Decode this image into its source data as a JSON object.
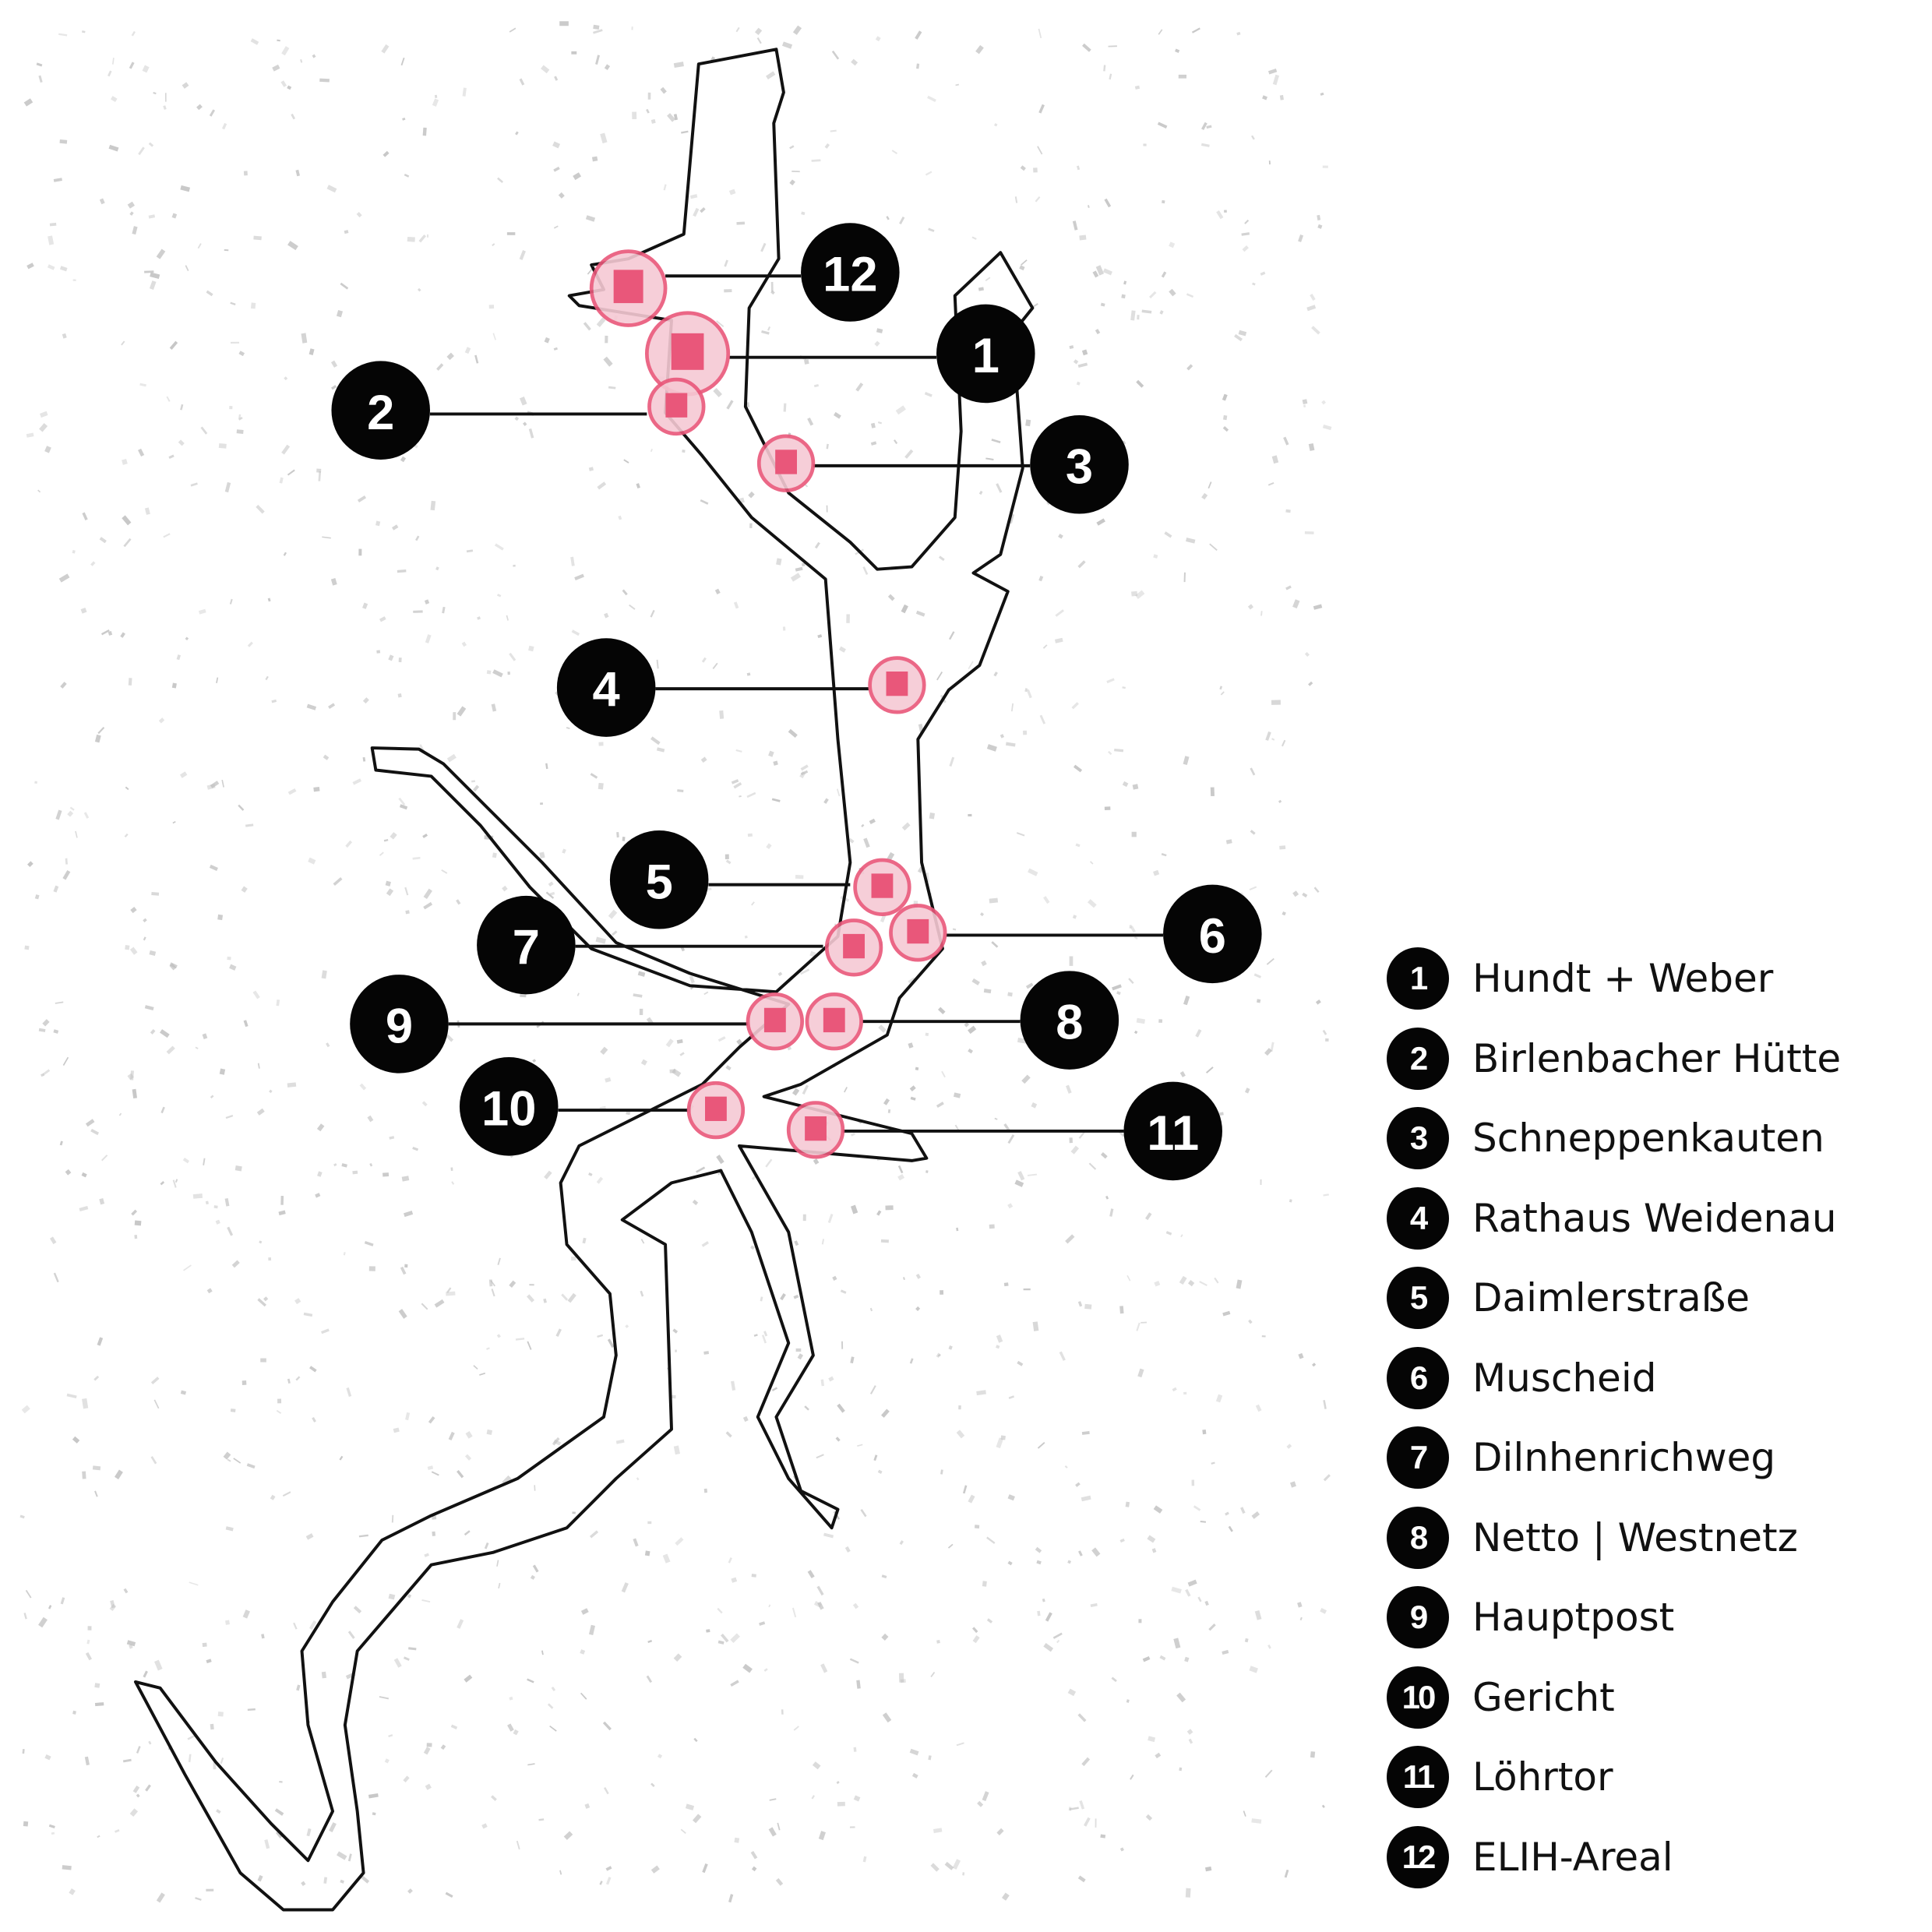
{
  "colors": {
    "site_fill": "#e9577a",
    "site_halo": "#f6c9d4",
    "outline": "#111111",
    "badge": "#050505",
    "buildings": "#bdbdbd"
  },
  "sites": [
    {
      "num": "1",
      "name": "Hundt + Weber"
    },
    {
      "num": "2",
      "name": "Birlenbacher Hütte"
    },
    {
      "num": "3",
      "name": "Schneppenkauten"
    },
    {
      "num": "4",
      "name": "Rathaus Weidenau"
    },
    {
      "num": "5",
      "name": "Daimlerstraße"
    },
    {
      "num": "6",
      "name": "Muscheid"
    },
    {
      "num": "7",
      "name": "Dilnhenrichweg"
    },
    {
      "num": "8",
      "name": "Netto | Westnetz"
    },
    {
      "num": "9",
      "name": "Hauptpost"
    },
    {
      "num": "10",
      "name": "Gericht"
    },
    {
      "num": "11",
      "name": "Löhrtor"
    },
    {
      "num": "12",
      "name": "ELIH-Areal"
    }
  ]
}
